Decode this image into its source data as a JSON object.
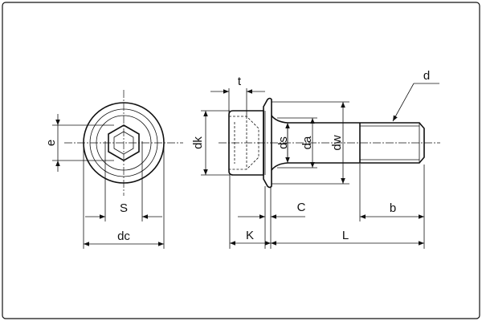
{
  "labels": {
    "e": "e",
    "s": "S",
    "dc": "dc",
    "t": "t",
    "dk": "dk",
    "ds": "ds",
    "da": "da",
    "dw": "dw",
    "d": "d",
    "k": "K",
    "c": "C",
    "l": "L",
    "b": "b"
  }
}
